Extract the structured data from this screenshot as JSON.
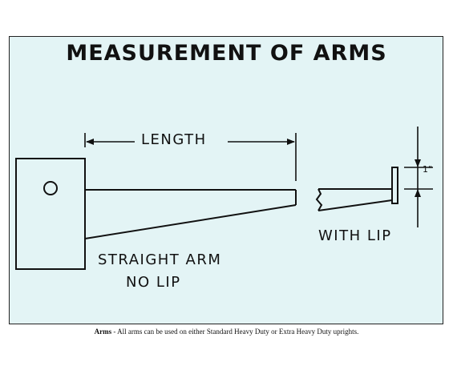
{
  "diagram": {
    "title": "MEASUREMENT OF ARMS",
    "length_label": "LENGTH",
    "straight_arm_line1": "STRAIGHT ARM",
    "straight_arm_line2": "NO LIP",
    "with_lip_label": "WITH LIP",
    "lip_height_label": "1\""
  },
  "caption": {
    "bold": "Arms",
    "text": " - All arms can be used on either Standard Heavy Duty or Extra Heavy Duty  uprights."
  },
  "colors": {
    "panel_background": "#e3f4f5",
    "ink": "#111111"
  }
}
